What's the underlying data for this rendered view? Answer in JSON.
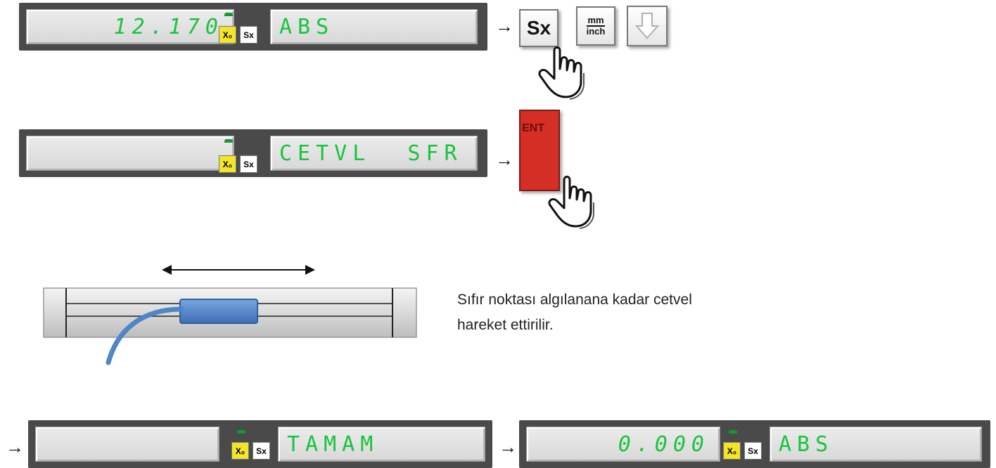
{
  "row1": {
    "value": "12.170",
    "mode": "ABS",
    "x0": "X₀",
    "sx": "Sx"
  },
  "row2": {
    "value": "",
    "mode": "CETVL  SFR",
    "x0": "X₀",
    "sx": "Sx"
  },
  "row4a": {
    "value": "",
    "mode": "TAMAM",
    "x0": "X₀",
    "sx": "Sx"
  },
  "row4b": {
    "value": "0.000",
    "mode": "ABS",
    "x0": "X₀",
    "sx": "Sx"
  },
  "arrow_glyph": "→",
  "keys": {
    "sx": "Sx",
    "mm_top": "mm",
    "mm_bottom": "inch",
    "ent": "ENT"
  },
  "caption": {
    "line1": "Sıfır noktası algılanana kadar cetvel",
    "line2": "hareket ettirilir."
  },
  "colors": {
    "segment": "#18c43d",
    "x0_indicator": "#f3e52a",
    "ent_key": "#d52e24",
    "cable": "#4f86c6",
    "led": "#129a2c"
  },
  "icons": [
    "pointing-hand-icon",
    "down-arrow-icon",
    "double-arrow-icon"
  ]
}
